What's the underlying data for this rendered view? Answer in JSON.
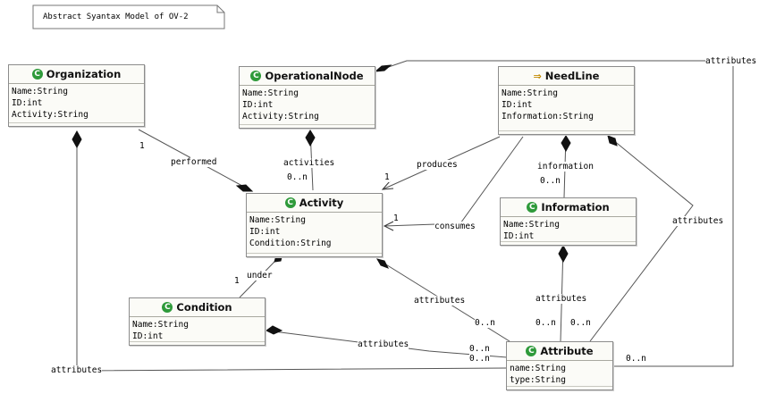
{
  "note": {
    "text": "Abstract Syantax Model of OV-2"
  },
  "classes": {
    "organization": {
      "name": "Organization",
      "attributes": [
        "Name:String",
        "ID:int",
        "Activity:String"
      ]
    },
    "operational_node": {
      "name": "OperationalNode",
      "attributes": [
        "Name:String",
        "ID:int",
        "Activity:String"
      ]
    },
    "needline": {
      "name": "NeedLine",
      "attributes": [
        "Name:String",
        "ID:int",
        "Information:String"
      ]
    },
    "activity": {
      "name": "Activity",
      "attributes": [
        "Name:String",
        "ID:int",
        "Condition:String"
      ]
    },
    "information": {
      "name": "Information",
      "attributes": [
        "Name:String",
        "ID:int"
      ]
    },
    "condition": {
      "name": "Condition",
      "attributes": [
        "Name:String",
        "ID:int"
      ]
    },
    "attribute": {
      "name": "Attribute",
      "attributes": [
        "name:String",
        "type:String"
      ]
    }
  },
  "labels": {
    "performed": "performed",
    "performed_mult": "1",
    "activities": "activities",
    "activities_mult": "0..n",
    "produces": "produces",
    "produces_mult": "1",
    "consumes": "consumes",
    "consumes_mult": "1",
    "information": "information",
    "information_mult": "0..n",
    "under": "under",
    "under_mult": "1",
    "act_attributes": "attributes",
    "act_attributes_mult": "0..n",
    "info_attributes": "attributes",
    "info_attributes_mult": "0..n",
    "need_attributes": "attributes",
    "need_attributes_mult": "0..n",
    "cond_attributes": "attributes",
    "cond_attributes_mult": "0..n",
    "org_attributes": "attributes",
    "org_attributes_mult": "0..n",
    "node_attributes": "attributes",
    "node_attributes_mult": "0..n"
  },
  "icons": {
    "class": "class-icon",
    "enum": "enumeration-icon"
  },
  "colors": {
    "class_icon": "#2e9a3a",
    "enum_icon": "#c28a00"
  }
}
